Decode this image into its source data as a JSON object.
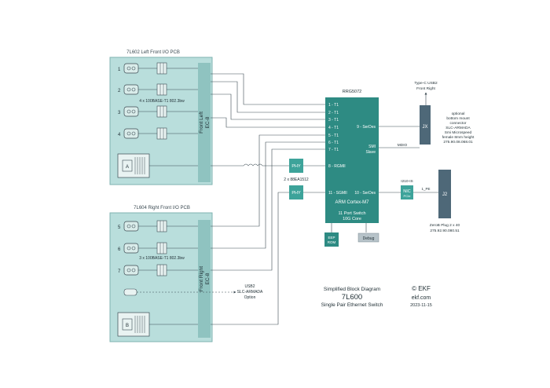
{
  "pcb_left": {
    "title": "7L602 Left Front I/O PCB",
    "connector_label": "Front Left",
    "connector_sub": "EC-8",
    "ports": [
      "1",
      "2",
      "3",
      "4"
    ],
    "magnetics_note": "4 x 100BASE-T1 802.3bw",
    "rj45_label": "A"
  },
  "pcb_right": {
    "title": "7L604 Right Front I/O PCB",
    "connector_label": "Front Right",
    "connector_sub": "EC-8",
    "ports": [
      "5",
      "6",
      "7"
    ],
    "magnetics_note": "3 x 100BASE-T1 802.3bw",
    "rj45_label": "B"
  },
  "chip": {
    "part": "RRG5072",
    "ports": [
      "1 - T1",
      "2 - T1",
      "3 - T1",
      "4 - T1",
      "5 - T1",
      "6 - T1",
      "7 - T1"
    ],
    "serdes9": "9 - SerDes",
    "smi_line1": "SMI",
    "smi_line2": "Slave",
    "rgmii": "8 - RGMII",
    "sgmii": "11 - SGMII",
    "serdes10": "10 - SerDes",
    "cpu": "ARM Cortex-M7",
    "switch_line1": "11 Port Switch",
    "switch_line2": "10G Core"
  },
  "phy": {
    "label": "PHY",
    "label2": "PHY",
    "note": "2 x 88EA1512"
  },
  "eep": {
    "line1": "EEP",
    "line2": "ROM"
  },
  "debug": "Debug",
  "jx": {
    "label": "JX",
    "top_line1": "Type-C USB2",
    "top_line2": "Front Right",
    "side": [
      "optional",
      "bottom mount",
      "connector",
      "SLC-ARMADA",
      "Smi Microspeed",
      "female 8mm height",
      "275.90.08.068.01"
    ],
    "mdio": "MDIO"
  },
  "nic": {
    "label": "NIC",
    "sub": "PCIe",
    "part": "I210-IS",
    "link": "1_PE"
  },
  "j2": {
    "label": "J2",
    "note_line1": "ZeroB Plug 2 x 40",
    "note_line2": "275.92.90.080.51"
  },
  "usb2_note": {
    "line1": "USB2",
    "line2": "SLC-ARMADA",
    "line3": "Option"
  },
  "caption": {
    "title": "Simplified Block Diagram",
    "product": "7L600",
    "subtitle": "Single Pair Ethernet Switch",
    "copyright": "© EKF",
    "site": "ekf.com",
    "date": "2023-11-15"
  },
  "colors": {
    "pcb_fill": "#b9dedc",
    "pcb_stroke": "#7fb3b0",
    "connector": "#8fc3c0",
    "chip": "#2e8b83",
    "jx": "#4e6878",
    "line": "#3b4a52"
  }
}
